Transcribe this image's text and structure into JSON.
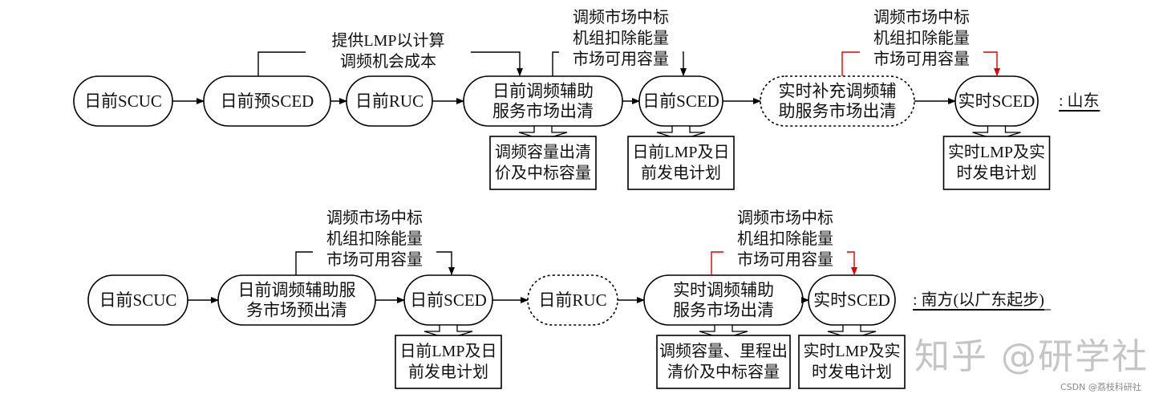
{
  "colors": {
    "line": "#000000",
    "highlight": "#e00000",
    "background": "#ffffff",
    "watermark": "#9a9a9a"
  },
  "rows": [
    {
      "region_label": ": 山东",
      "nodes": [
        {
          "id": "da-scuc",
          "lines": [
            "日前SCUC"
          ],
          "style": "solid"
        },
        {
          "id": "da-pre-sced",
          "lines": [
            "日前预SCED"
          ],
          "style": "solid"
        },
        {
          "id": "da-ruc",
          "lines": [
            "日前RUC"
          ],
          "style": "solid"
        },
        {
          "id": "da-reg-clear",
          "lines": [
            "日前调频辅助",
            "服务市场出清"
          ],
          "style": "solid"
        },
        {
          "id": "da-sced",
          "lines": [
            "日前SCED"
          ],
          "style": "solid"
        },
        {
          "id": "rt-supp-reg-clear",
          "lines": [
            "实时补充调频辅",
            "助服务市场出清"
          ],
          "style": "dashed"
        },
        {
          "id": "rt-sced",
          "lines": [
            "实时SCED"
          ],
          "style": "solid"
        }
      ],
      "feedback": [
        {
          "from": "da-pre-sced",
          "to": "da-reg-clear",
          "color": "black",
          "lines": [
            "提供LMP以计算",
            "调频机会成本"
          ]
        },
        {
          "from": "da-reg-clear",
          "to": "da-sced",
          "color": "black",
          "lines": [
            "调频市场中标",
            "机组扣除能量",
            "市场可用容量"
          ]
        },
        {
          "from": "rt-supp-reg-clear",
          "to": "rt-sced",
          "color": "red",
          "lines": [
            "调频市场中标",
            "机组扣除能量",
            "市场可用容量"
          ]
        }
      ],
      "outputs": [
        {
          "from": "da-reg-clear",
          "lines": [
            "调频容量出清",
            "价及中标容量"
          ]
        },
        {
          "from": "da-sced",
          "lines": [
            "日前LMP及日",
            "前发电计划"
          ]
        },
        {
          "from": "rt-sced",
          "lines": [
            "实时LMP及实",
            "时发电计划"
          ]
        }
      ]
    },
    {
      "region_label": ": 南方(以广东起步)",
      "nodes": [
        {
          "id": "da-scuc",
          "lines": [
            "日前SCUC"
          ],
          "style": "solid"
        },
        {
          "id": "da-reg-preclear",
          "lines": [
            "日前调频辅助服",
            "务市场预出清"
          ],
          "style": "solid"
        },
        {
          "id": "da-sced",
          "lines": [
            "日前SCED"
          ],
          "style": "solid"
        },
        {
          "id": "da-ruc",
          "lines": [
            "日前RUC"
          ],
          "style": "dashed"
        },
        {
          "id": "rt-reg-clear",
          "lines": [
            "实时调频辅助",
            "服务市场出清"
          ],
          "style": "solid"
        },
        {
          "id": "rt-sced",
          "lines": [
            "实时SCED"
          ],
          "style": "solid"
        }
      ],
      "feedback": [
        {
          "from": "da-reg-preclear",
          "to": "da-sced",
          "color": "black",
          "lines": [
            "调频市场中标",
            "机组扣除能量",
            "市场可用容量"
          ]
        },
        {
          "from": "rt-reg-clear",
          "to": "rt-sced",
          "color": "red",
          "lines": [
            "调频市场中标",
            "机组扣除能量",
            "市场可用容量"
          ]
        }
      ],
      "outputs": [
        {
          "from": "da-sced",
          "lines": [
            "日前LMP及日",
            "前发电计划"
          ]
        },
        {
          "from": "rt-reg-clear",
          "lines": [
            "调频容量、里程出",
            "清价及中标容量"
          ]
        },
        {
          "from": "rt-sced",
          "lines": [
            "实时LMP及实",
            "时发电计划"
          ]
        }
      ]
    }
  ],
  "watermark": "知乎 @研学社",
  "credit": "CSDN @荔枝科研社"
}
